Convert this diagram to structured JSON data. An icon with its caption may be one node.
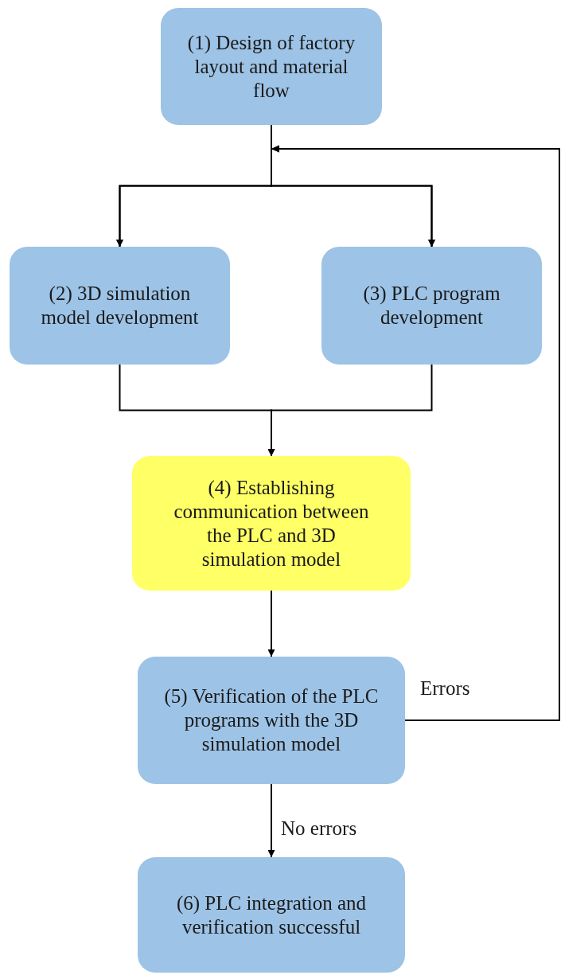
{
  "diagram": {
    "nodes": [
      {
        "text": [
          "(1) Design of factory layout and material flow"
        ]
      },
      {
        "text": [
          "(2) 3D simulation model development"
        ]
      },
      {
        "text": [
          "(3) PLC program development"
        ]
      },
      {
        "text": [
          "(4) Establishing communication between the PLC and 3D simulation model"
        ]
      },
      {
        "text": [
          "(5) Verification of the PLC programs with the 3D simulation model"
        ]
      },
      {
        "text": [
          "(6) PLC integration and verification successful"
        ]
      }
    ],
    "edges": [
      {
        "from": 0,
        "to": 1,
        "arrow": "to"
      },
      {
        "from": 0,
        "to": 2,
        "arrow": "to"
      },
      {
        "from": 1,
        "to": 3,
        "arrow": "to"
      },
      {
        "from": 2,
        "to": 3,
        "arrow": "to"
      },
      {
        "from": 3,
        "to": 4,
        "arrow": "to"
      },
      {
        "from": 4,
        "to": 1,
        "arrow": "to",
        "label": "Errors"
      },
      {
        "from": 4,
        "to": 2,
        "arrow": "to"
      },
      {
        "from": 4,
        "to": 5,
        "arrow": "to",
        "label": "No errors"
      }
    ]
  }
}
